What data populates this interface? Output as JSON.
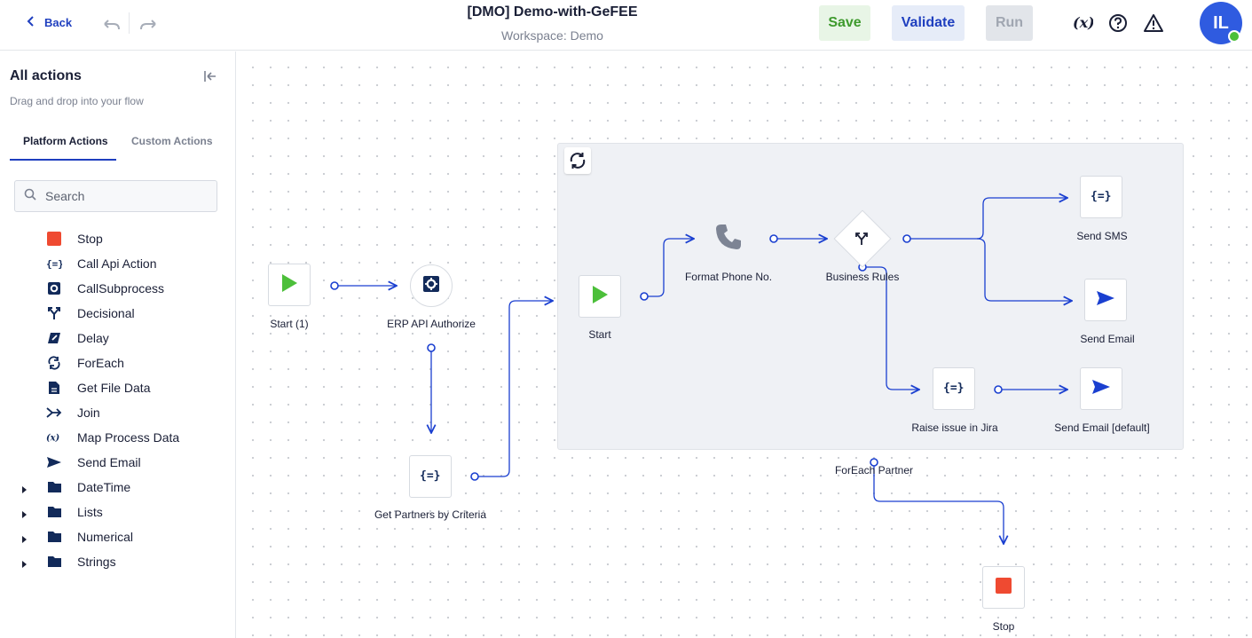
{
  "header": {
    "back_label": "Back",
    "title": "[DMO] Demo-with-GeFEE",
    "subtitle": "Workspace: Demo",
    "save_label": "Save",
    "validate_label": "Validate",
    "run_label": "Run",
    "avatar_initials": "IL",
    "icons": [
      "undo-icon",
      "redo-icon",
      "variables-icon",
      "help-icon",
      "warning-icon"
    ]
  },
  "sidebar": {
    "title": "All actions",
    "subtitle": "Drag and drop into your flow",
    "tabs": [
      "Platform Actions",
      "Custom Actions"
    ],
    "active_tab": "Platform Actions",
    "search_placeholder": "Search",
    "actions": [
      {
        "label": "Stop",
        "icon": "stop-icon",
        "folder": false
      },
      {
        "label": "Call Api Action",
        "icon": "api-icon",
        "folder": false
      },
      {
        "label": "CallSubprocess",
        "icon": "subprocess-icon",
        "folder": false
      },
      {
        "label": "Decisional",
        "icon": "branch-icon",
        "folder": false
      },
      {
        "label": "Delay",
        "icon": "delay-icon",
        "folder": false
      },
      {
        "label": "ForEach",
        "icon": "loop-icon",
        "folder": false
      },
      {
        "label": "Get File Data",
        "icon": "file-icon",
        "folder": false
      },
      {
        "label": "Join",
        "icon": "join-icon",
        "folder": false
      },
      {
        "label": "Map Process Data",
        "icon": "variables-icon",
        "folder": false
      },
      {
        "label": "Send Email",
        "icon": "send-icon",
        "folder": false
      },
      {
        "label": "DateTime",
        "icon": "folder-icon",
        "folder": true
      },
      {
        "label": "Lists",
        "icon": "folder-icon",
        "folder": true
      },
      {
        "label": "Numerical",
        "icon": "folder-icon",
        "folder": true
      },
      {
        "label": "Strings",
        "icon": "folder-icon",
        "folder": true
      }
    ]
  },
  "flow": {
    "nodes": {
      "start1": "Start (1)",
      "erp": "ERP API Authorize",
      "partners": "Get Partners by Criteria",
      "inner_start": "Start",
      "format_phone": "Format Phone No.",
      "business_rules": "Business Rules",
      "send_sms": "Send SMS",
      "send_email": "Send Email",
      "raise_jira": "Raise issue in Jira",
      "send_email_default": "Send Email [default]",
      "foreach_partner": "ForEach Partner",
      "stop": "Stop"
    }
  },
  "colors": {
    "accent": "#1f3fbf",
    "start_green": "#4cbf3a",
    "stop_red": "#ef4a31",
    "wire_blue": "#1a3fd0",
    "save_green": "#3e9a2d"
  }
}
